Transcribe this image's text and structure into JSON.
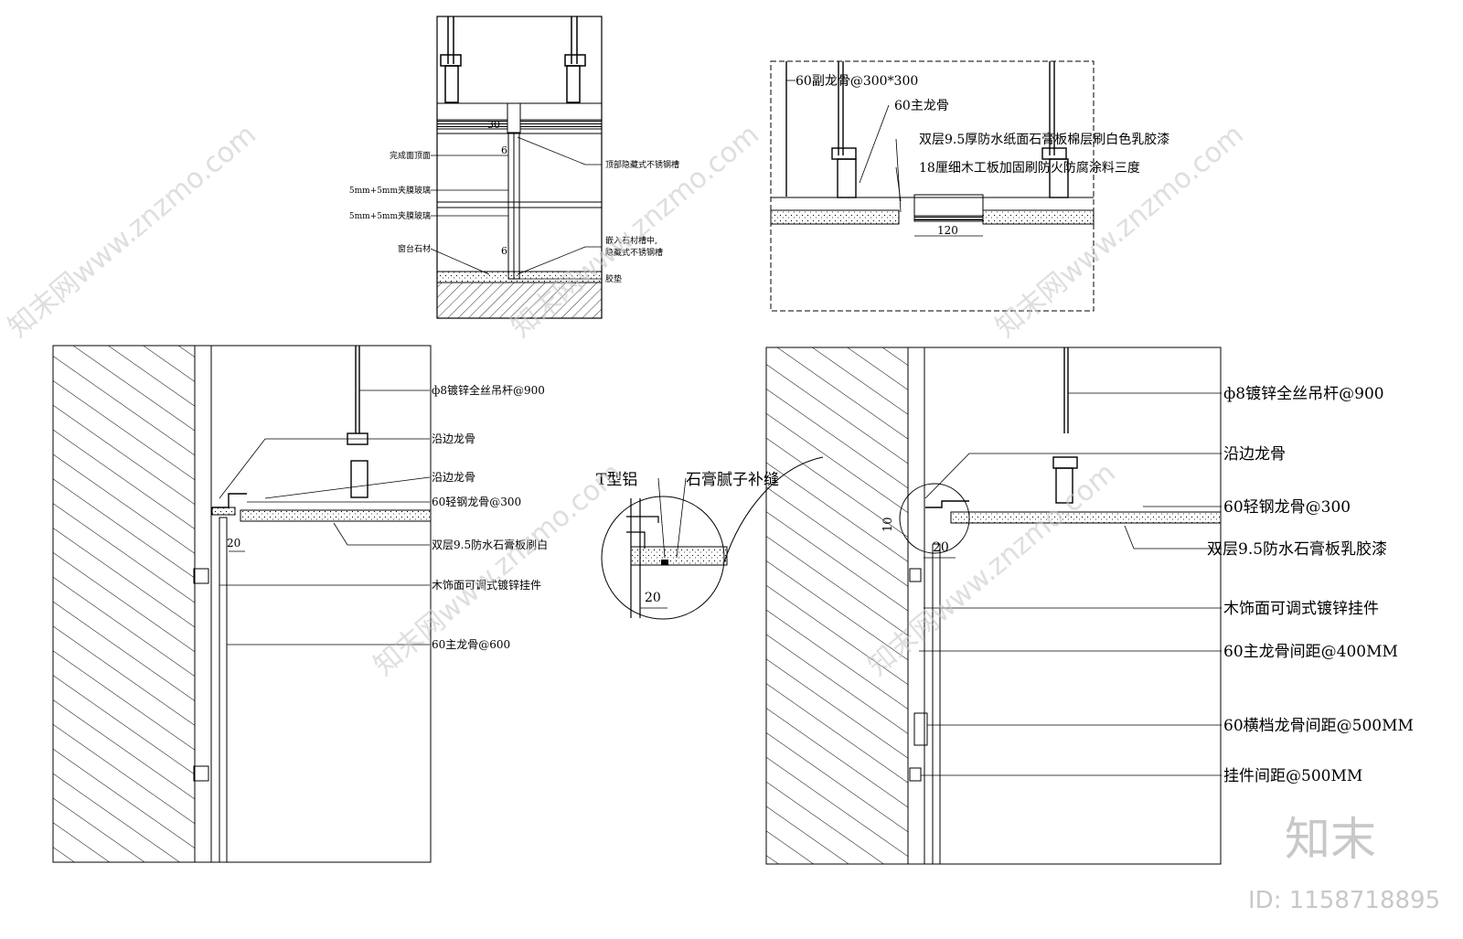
{
  "detail_top_left": {
    "labels": {
      "finished_ceiling": "完成面顶面",
      "laminated_glass_1": "5mm+5mm夹膜玻璃",
      "laminated_glass_2": "5mm+5mm夹膜玻璃",
      "window_sill_stone": "窗台石材",
      "hidden_steel_channel_top": "顶部隐藏式不锈钢槽",
      "embedded_channel_line1": "嵌入石材槽中,",
      "embedded_channel_line2": "隐藏式不锈钢槽",
      "rubber_pad": "胶垫"
    },
    "dims": {
      "d30": "30",
      "d6a": "6",
      "d6b": "6"
    }
  },
  "detail_top_right": {
    "labels": {
      "secondary_keel": "60副龙骨@300*300",
      "main_keel": "60主龙骨",
      "gypsum_board": "双层9.5厚防水纸面石膏板棉层刷白色乳胶漆",
      "plywood": "18厘细木工板加固刷防火防腐涂料三度"
    },
    "dims": {
      "d120": "120"
    }
  },
  "detail_bottom_left": {
    "labels": {
      "rod": "ф8镀锌全丝吊杆@900",
      "edge_keel_1": "沿边龙骨",
      "edge_keel_2": "沿边龙骨",
      "light_steel_keel": "60轻钢龙骨@300",
      "gypsum_board": "双层9.5防水石膏板刷白",
      "hanger": "木饰面可调式镀锌挂件",
      "main_keel": "60主龙骨@600"
    },
    "dims": {
      "d20": "20"
    }
  },
  "enlarged_detail": {
    "labels": {
      "t_aluminum": "T型铝",
      "putty": "石膏腻子补缝"
    },
    "dims": {
      "d20": "20"
    }
  },
  "detail_bottom_right": {
    "labels": {
      "rod": "ф8镀锌全丝吊杆@900",
      "edge_keel": "沿边龙骨",
      "light_steel_keel": "60轻钢龙骨@300",
      "gypsum_board": "双层9.5防水石膏板乳胶漆",
      "hanger": "木饰面可调式镀锌挂件",
      "main_keel_spacing": "60主龙骨间距@400MM",
      "cross_keel_spacing": "60横档龙骨间距@500MM",
      "hanger_spacing": "挂件间距@500MM"
    },
    "dims": {
      "d10": "10",
      "d20": "20"
    }
  },
  "watermark": {
    "site": "知末网www.znzmo.com",
    "brand": "知末",
    "id": "ID: 1158718895"
  }
}
